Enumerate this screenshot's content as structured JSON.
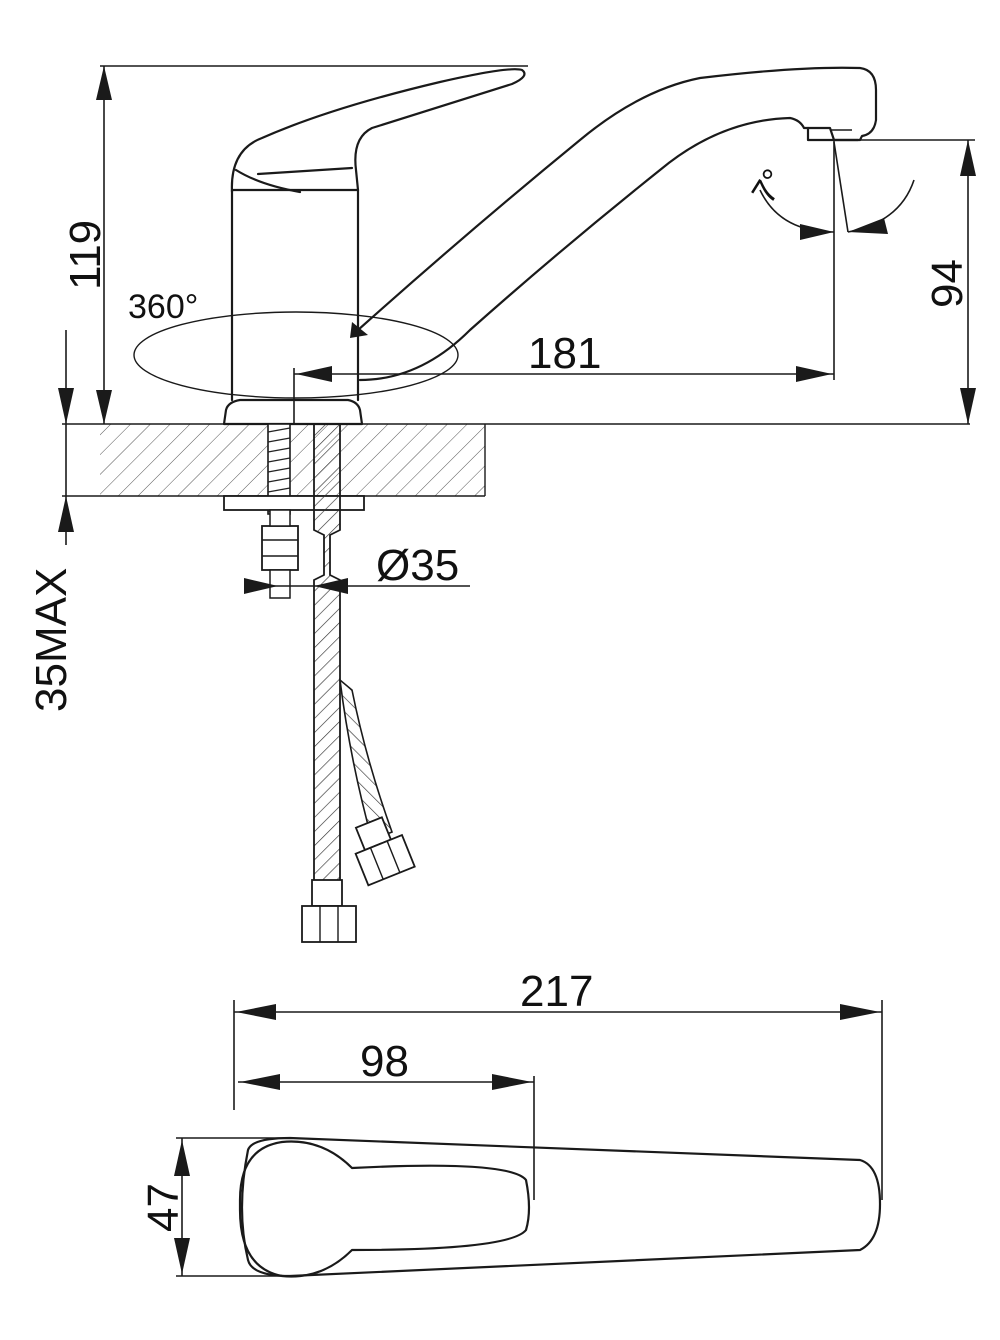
{
  "dimensions": {
    "height_total": "119",
    "swivel_angle": "360°",
    "tilt_angle": "7°",
    "spout_height": "94",
    "spout_reach": "181",
    "mount_diameter": "Ø35",
    "counter_thickness": "35MAX",
    "top_length_total": "217",
    "top_length_handle": "98",
    "top_width": "47"
  }
}
